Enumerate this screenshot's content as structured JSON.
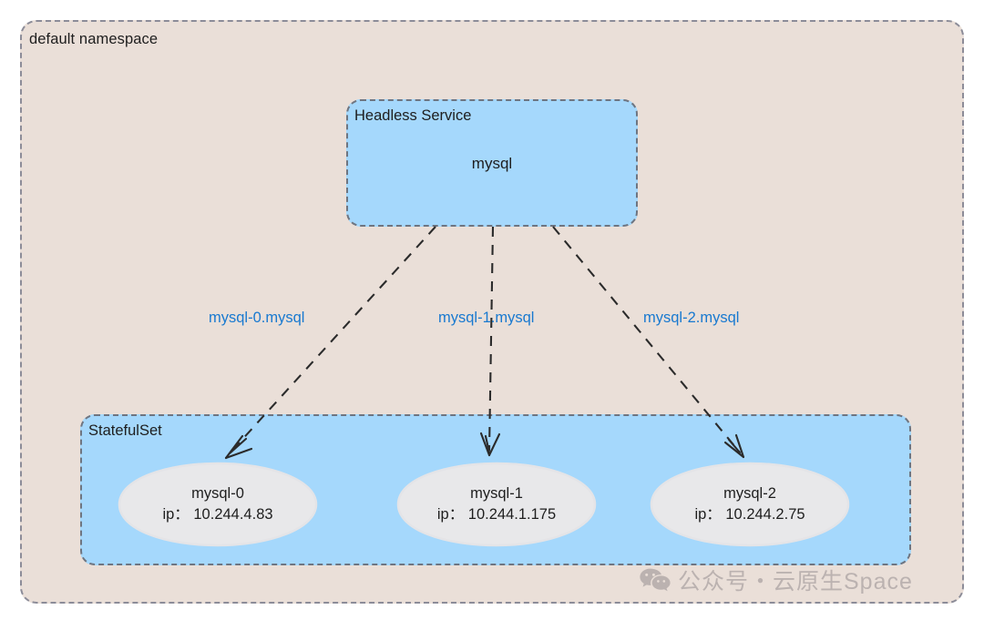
{
  "diagram": {
    "namespace": {
      "label": "default namespace"
    },
    "service": {
      "kind_label": "Headless Service",
      "name": "mysql"
    },
    "statefulset": {
      "label": "StatefulSet",
      "pods": [
        {
          "name": "mysql-0",
          "ip_label": "ip：",
          "ip": "10.244.4.83",
          "ip_line": "ip： 10.244.4.83"
        },
        {
          "name": "mysql-1",
          "ip_label": "ip：",
          "ip": "10.244.1.175",
          "ip_line": "ip： 10.244.1.175"
        },
        {
          "name": "mysql-2",
          "ip_label": "ip：",
          "ip": "10.244.2.75",
          "ip_line": "ip： 10.244.2.75"
        }
      ]
    },
    "edges": [
      {
        "label": "mysql-0.mysql"
      },
      {
        "label": "mysql-1.mysql"
      },
      {
        "label": "mysql-2.mysql"
      }
    ]
  },
  "watermark": {
    "icon": "wechat-icon",
    "text": "公众号・云原生Space"
  },
  "colors": {
    "namespace_fill": "#EADFD8",
    "namespace_border": "#8C8C98",
    "blue_fill": "#A5D8FC",
    "blue_border": "#6E7581",
    "pod_fill": "#E8E8EA",
    "edge_label": "#1879D0",
    "edge_line": "#2B2B2B",
    "text": "#1E1E1E",
    "watermark": "#9A9294"
  }
}
